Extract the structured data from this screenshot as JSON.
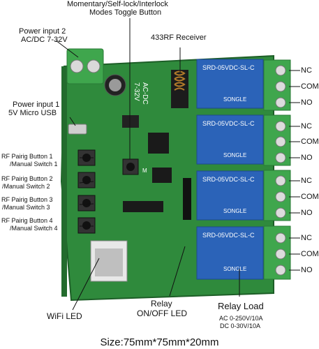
{
  "labels": {
    "mode_toggle": [
      "Momentary/Self-lock/Interlock",
      "Modes Toggle Button"
    ],
    "power2": [
      "Power input 2",
      "AC/DC 7-32V"
    ],
    "rf_receiver": "433RF Receiver",
    "power1": [
      "Power input 1",
      "5V Micro USB"
    ],
    "rf_buttons": [
      [
        "RF Pairig Button 1",
        "/Manual Switch 1"
      ],
      [
        "RF Pairig Button 2",
        "/Manual Switch 2"
      ],
      [
        "RF Pairig Button 3",
        "/Manual Switch 3"
      ],
      [
        "RF Pairig Button 4",
        "/Manual Switch 4"
      ]
    ],
    "terminals": [
      "NC",
      "COM",
      "NO",
      "NC",
      "COM",
      "NO",
      "NC",
      "COM",
      "NO",
      "NC",
      "COM",
      "NO"
    ],
    "wifi_led": "WiFi LED",
    "relay_led": [
      "Relay",
      "ON/OFF LED"
    ],
    "relay_load": "Relay Load",
    "load_ratings": [
      "AC 0-250V/10A",
      "DC 0-30V/10A"
    ],
    "size": "Size:75mm*75mm*20mm"
  },
  "board_text": {
    "acdc": "AC-DC",
    "v732": "7-32V",
    "relay_model": "SRD-05VDC-SL-C",
    "relay_brand": "SONGLE",
    "m_label": "M"
  },
  "colors": {
    "pcb": "#2f8a3c",
    "pcb_dark": "#236b2d",
    "relay": "#2b63b8",
    "terminal": "#3fa64d",
    "line": "#111111"
  }
}
